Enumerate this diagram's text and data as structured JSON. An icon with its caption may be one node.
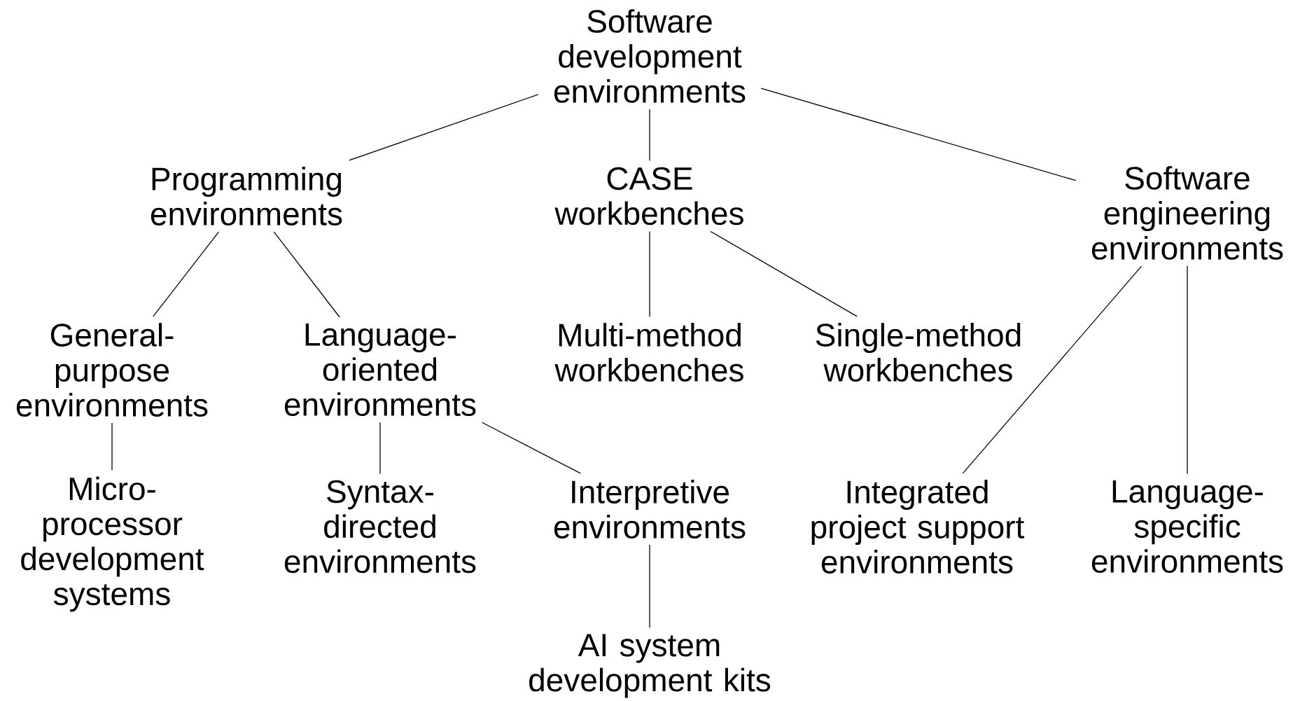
{
  "diagram": {
    "nodes": [
      {
        "text": [
          "Software development environments"
        ]
      },
      {
        "text": [
          "Programming environments"
        ]
      },
      {
        "text": [
          "CASE workbenches"
        ]
      },
      {
        "text": [
          "Software engineering environments"
        ]
      },
      {
        "text": [
          "General-purpose environments"
        ]
      },
      {
        "text": [
          "Language-oriented environments"
        ]
      },
      {
        "text": [
          "Multi-method workbenches"
        ]
      },
      {
        "text": [
          "Single-method workbenches"
        ]
      },
      {
        "text": [
          "Micro-processor development systems"
        ]
      },
      {
        "text": [
          "Syntax-directed environments"
        ]
      },
      {
        "text": [
          "Interpretive environments"
        ]
      },
      {
        "text": [
          "Integrated project support environments"
        ]
      },
      {
        "text": [
          "Language-specific environments"
        ]
      },
      {
        "text": [
          "AI system development kits"
        ]
      }
    ],
    "edges": [
      {
        "from": 0,
        "to": 1,
        "arrow": "none"
      },
      {
        "from": 0,
        "to": 2,
        "arrow": "none"
      },
      {
        "from": 0,
        "to": 3,
        "arrow": "none"
      },
      {
        "from": 1,
        "to": 4,
        "arrow": "none"
      },
      {
        "from": 1,
        "to": 5,
        "arrow": "none"
      },
      {
        "from": 2,
        "to": 6,
        "arrow": "none"
      },
      {
        "from": 2,
        "to": 7,
        "arrow": "none"
      },
      {
        "from": 3,
        "to": 11,
        "arrow": "none"
      },
      {
        "from": 3,
        "to": 12,
        "arrow": "none"
      },
      {
        "from": 4,
        "to": 8,
        "arrow": "none"
      },
      {
        "from": 5,
        "to": 9,
        "arrow": "none"
      },
      {
        "from": 5,
        "to": 10,
        "arrow": "none"
      },
      {
        "from": 10,
        "to": 13,
        "arrow": "none"
      }
    ]
  }
}
